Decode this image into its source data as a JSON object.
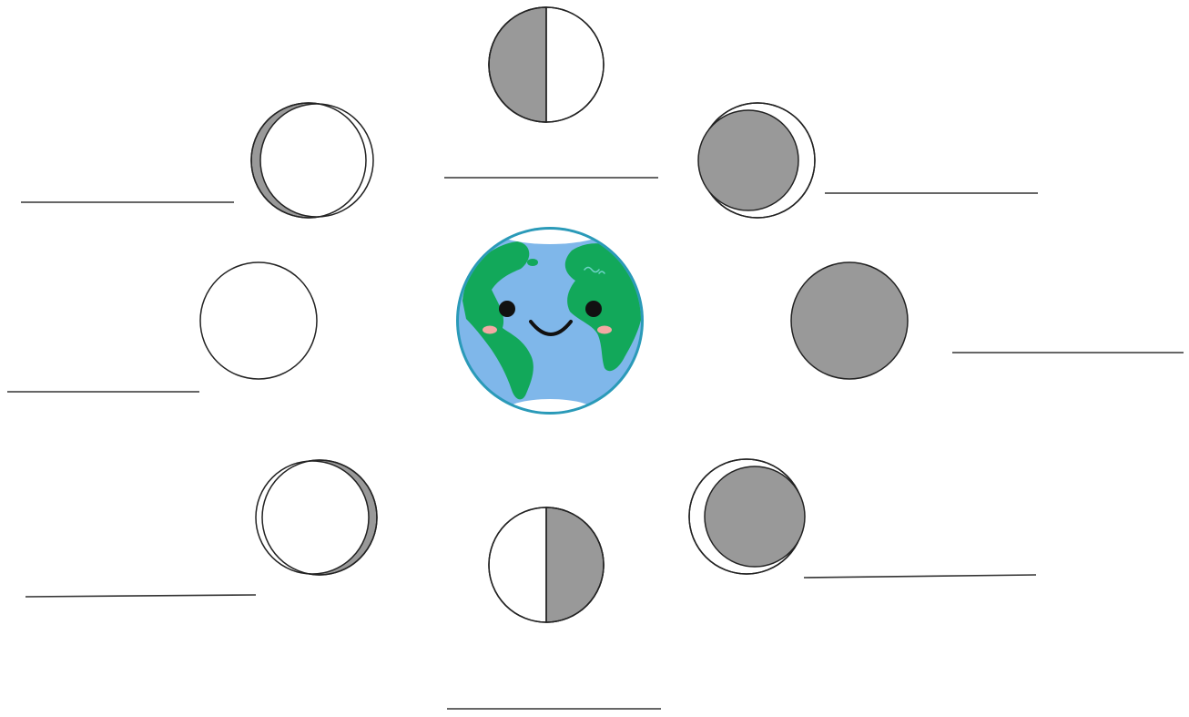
{
  "colors": {
    "background": "#ffffff",
    "moon_light": "#ffffff",
    "moon_shadow": "#999999",
    "outline": "#222222",
    "answer_line": "#333333",
    "earth_ocean": "#7fb7ea",
    "earth_land": "#12a85a",
    "earth_rim": "#2a9ab8",
    "earth_clouds": "#ffffff",
    "earth_cheeks": "#f3a9a4",
    "earth_face": "#111111"
  },
  "icons": {
    "center": "smiling-earth-icon"
  },
  "moons": [
    {
      "id": "top",
      "icon": "first-quarter-moon-icon"
    },
    {
      "id": "top-right",
      "icon": "waxing-crescent-moon-icon"
    },
    {
      "id": "right",
      "icon": "new-moon-icon"
    },
    {
      "id": "bottom-right",
      "icon": "waning-crescent-moon-icon"
    },
    {
      "id": "bottom",
      "icon": "last-quarter-moon-icon"
    },
    {
      "id": "bottom-left",
      "icon": "waning-gibbous-moon-icon"
    },
    {
      "id": "left",
      "icon": "full-moon-icon"
    },
    {
      "id": "top-left",
      "icon": "waxing-gibbous-moon-icon"
    }
  ],
  "answer_blanks": [
    {
      "id": "top",
      "value": ""
    },
    {
      "id": "top-right",
      "value": ""
    },
    {
      "id": "right",
      "value": ""
    },
    {
      "id": "bottom-right",
      "value": ""
    },
    {
      "id": "bottom",
      "value": ""
    },
    {
      "id": "bottom-left",
      "value": ""
    },
    {
      "id": "left",
      "value": ""
    },
    {
      "id": "top-left",
      "value": ""
    }
  ]
}
